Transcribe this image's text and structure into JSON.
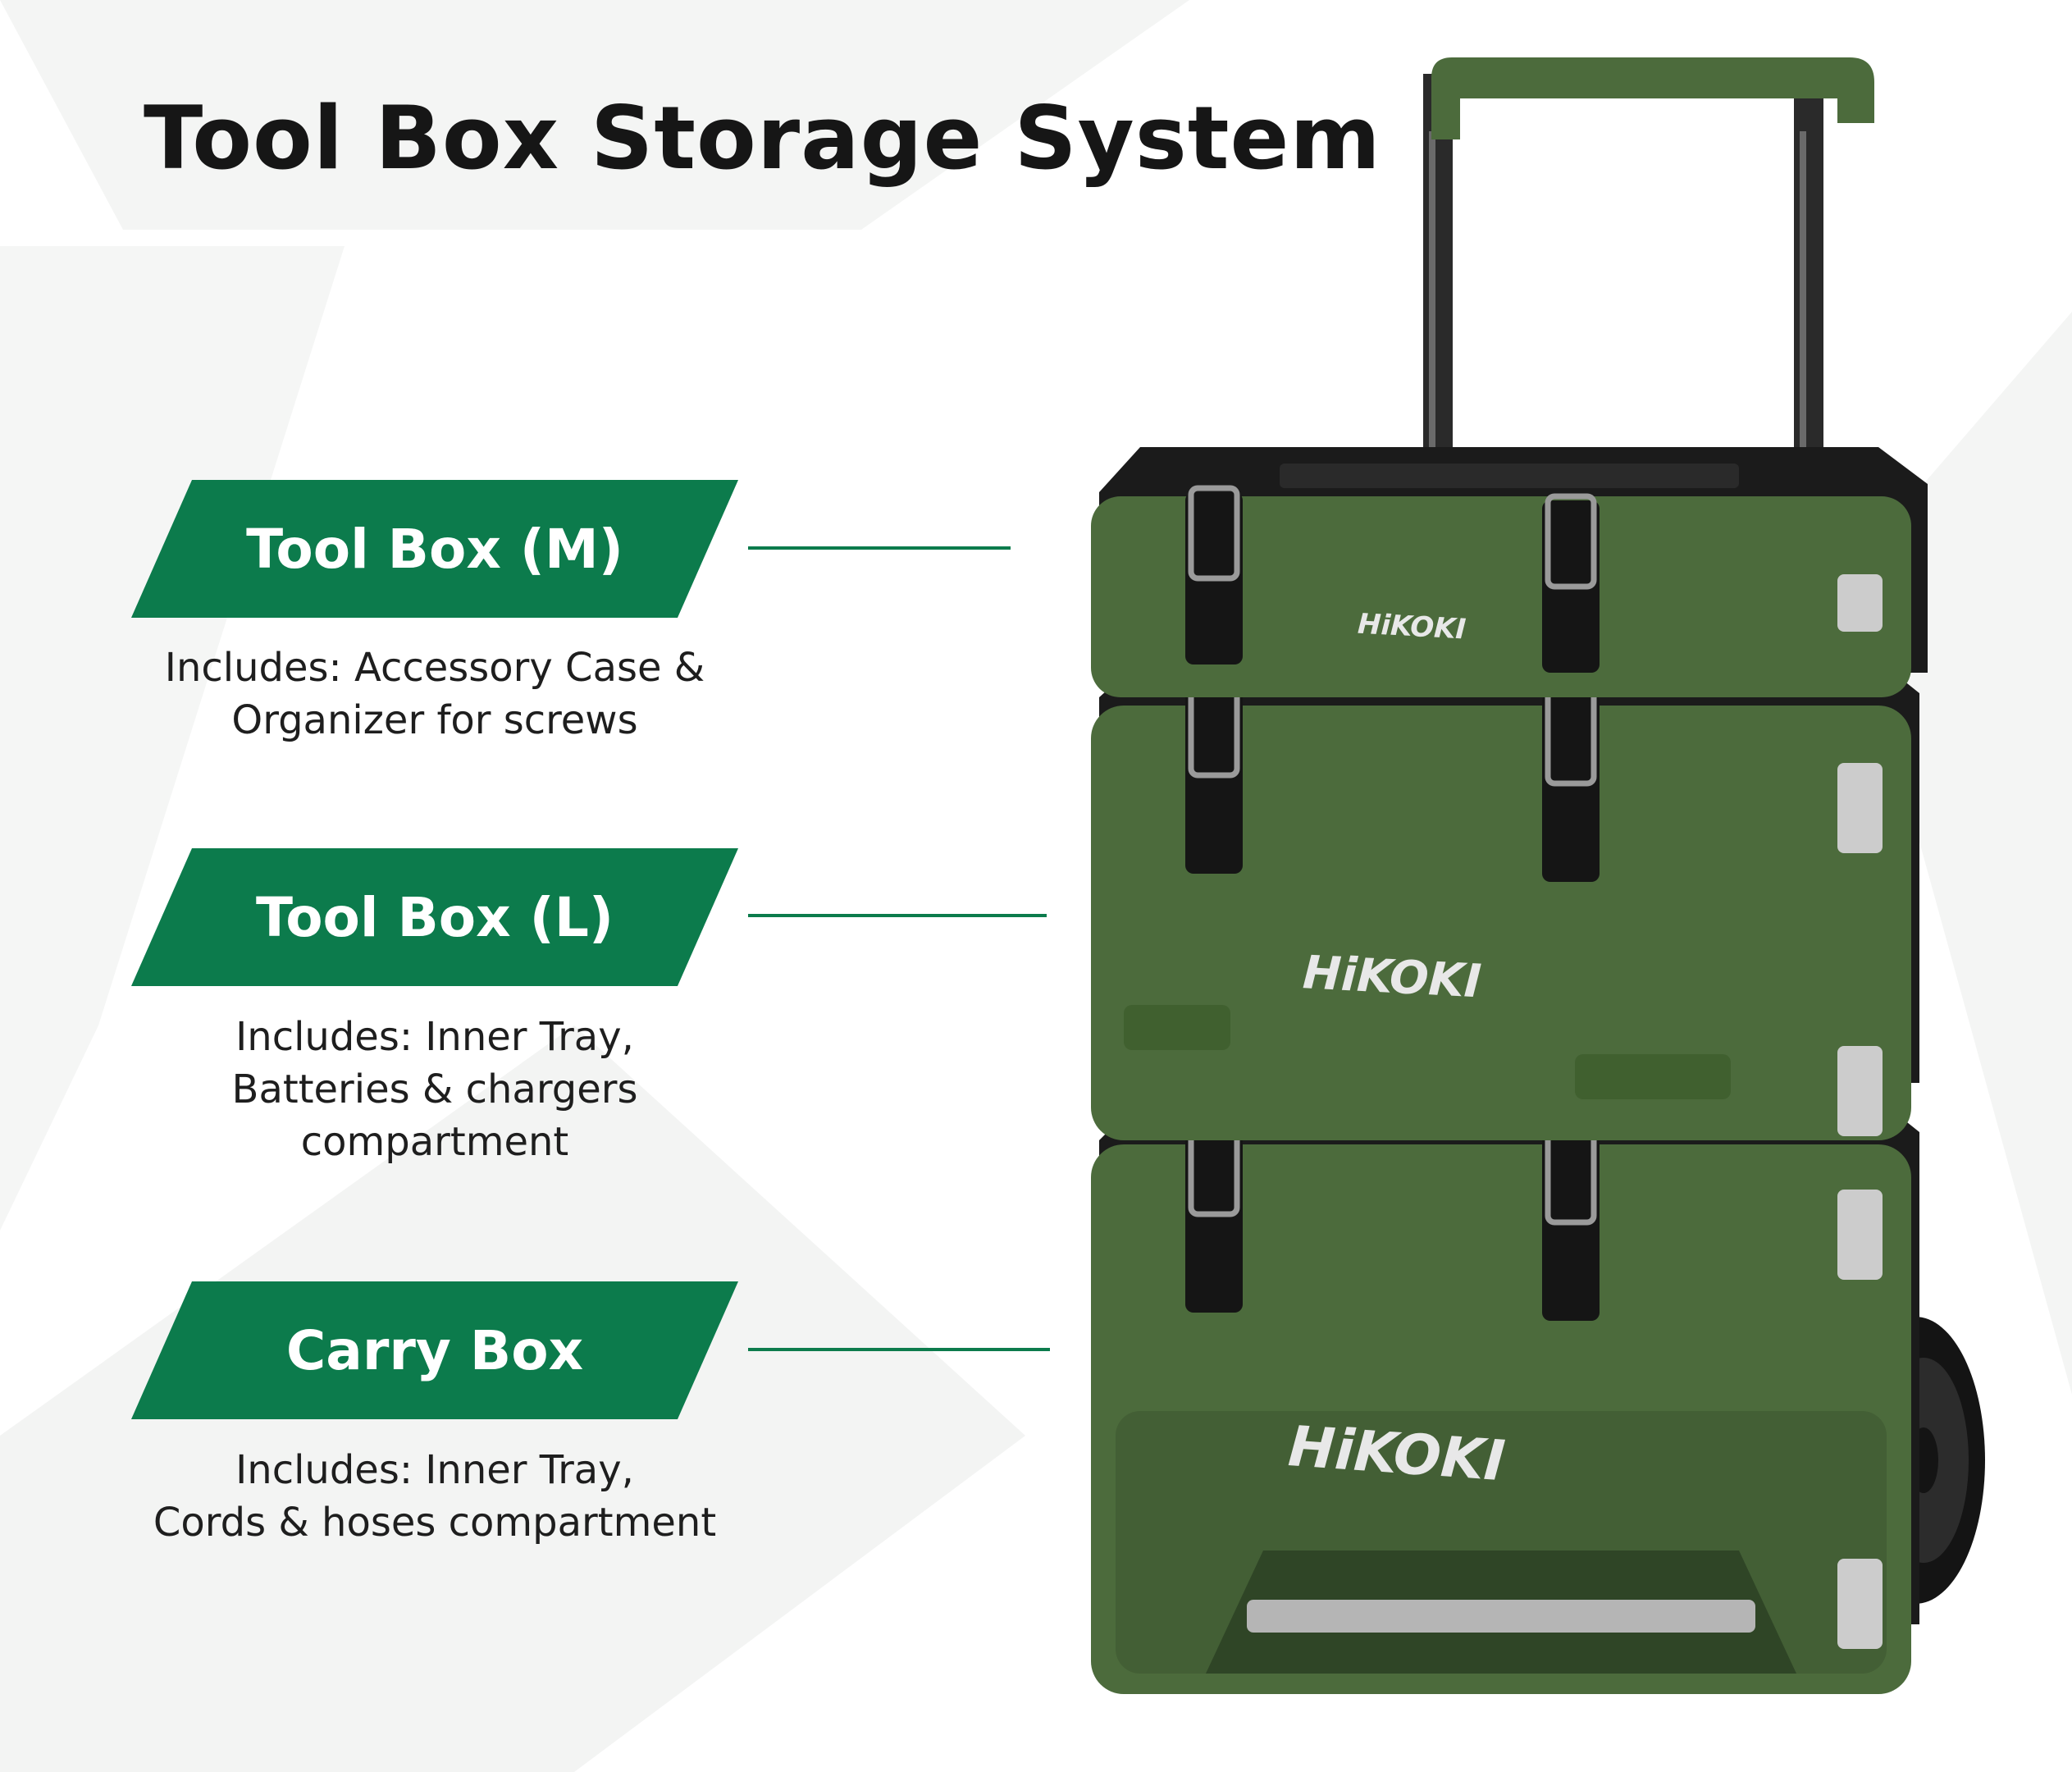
{
  "title": "Tool Box Storage System",
  "brand": "HiKOKI",
  "colors": {
    "accent": "#0c7b4c",
    "box_body": "#4c6b3c",
    "box_lid": "#1b1b1b"
  },
  "items": [
    {
      "label": "Tool Box (M)",
      "description": [
        "Includes: Accessory Case &",
        "Organizer for screws"
      ]
    },
    {
      "label": "Tool Box (L)",
      "description": [
        "Includes: Inner Tray,",
        "Batteries & chargers",
        "compartment"
      ]
    },
    {
      "label": "Carry Box",
      "description": [
        "Includes: Inner Tray,",
        "Cords & hoses compartment"
      ]
    }
  ]
}
